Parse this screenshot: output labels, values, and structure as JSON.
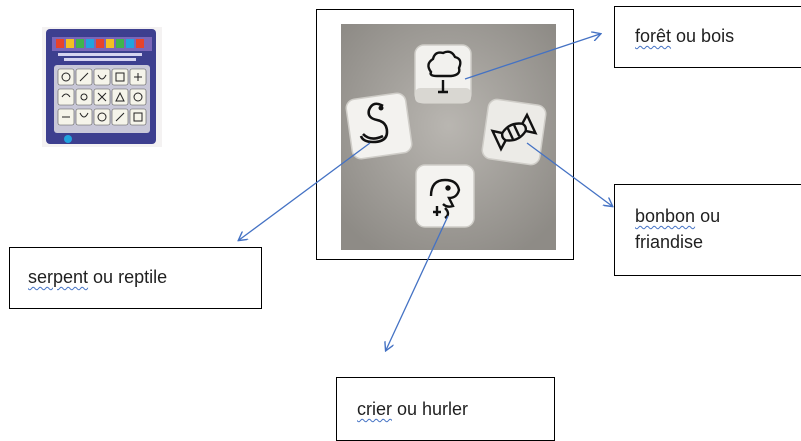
{
  "labels": {
    "forest": {
      "first": "forêt",
      "rest": " ou bois"
    },
    "candy": {
      "first": "bonbon",
      "rest": " ou",
      "line2": "friandise"
    },
    "snake": {
      "first": "serpent",
      "rest": " ou reptile"
    },
    "shout": {
      "first": "crier",
      "rest": " ou hurler"
    }
  },
  "dice_icons": [
    "tree-icon",
    "candy-icon",
    "snake-icon",
    "shouting-face-icon"
  ],
  "colors": {
    "arrow": "#4472c4",
    "spell_underline": "#4472c4",
    "box_border": "#000000",
    "product_box": "#3d3f8f"
  }
}
